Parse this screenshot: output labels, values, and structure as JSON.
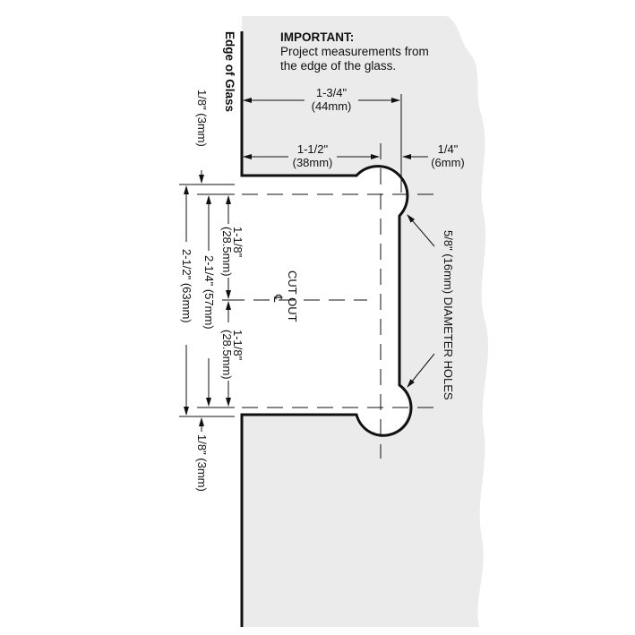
{
  "note": {
    "title": "IMPORTANT:",
    "line1": "Project measurements from",
    "line2": "the edge of the glass."
  },
  "edge_label": "Edge of Glass",
  "dims": {
    "top_overall": {
      "in": "1-3/4\"",
      "mm": "(44mm)"
    },
    "top_hole": {
      "in": "1-1/2\"",
      "mm": "(38mm)"
    },
    "hole_offset": {
      "in": "1/4\"",
      "mm": "(6mm)"
    },
    "top_gap": "1/8\" (3mm)",
    "bottom_gap": "1/8\" (3mm)",
    "upper_half": {
      "in": "1-1/8\"",
      "mm": "(28.5mm)"
    },
    "lower_half": {
      "in": "1-1/8\"",
      "mm": "(28.5mm)"
    },
    "hole_span": "2-1/4\" (57mm)",
    "cutout_height": "2-1/2\" (63mm)"
  },
  "cutout_label": "CUT OUT",
  "centerline_symbol": "℄",
  "holes_label": "5/8\" (16mm) DIAMETER HOLES",
  "colors": {
    "glass": "#ebebeb",
    "line": "#111111"
  }
}
